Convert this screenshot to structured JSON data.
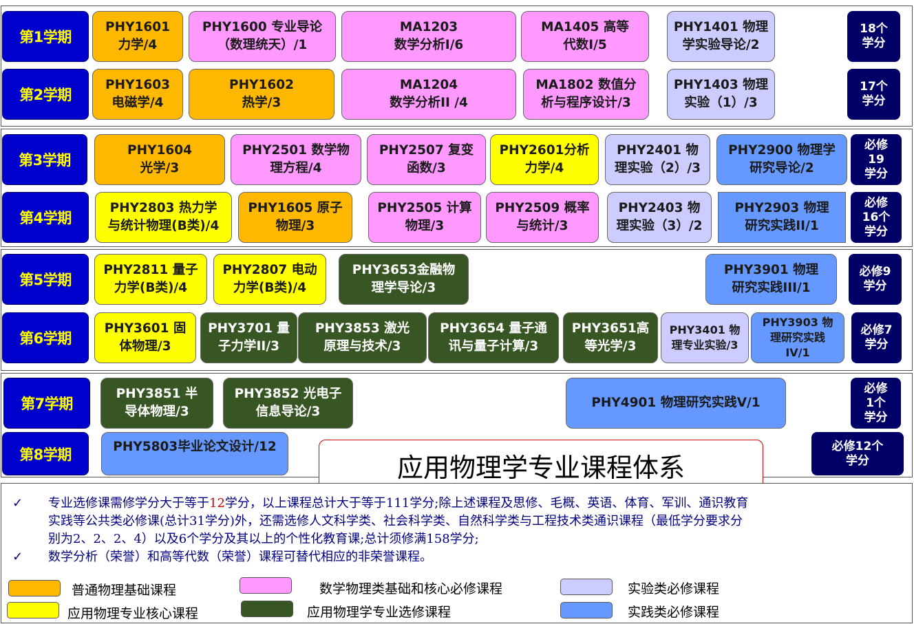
{
  "title": "应用物理学专业课程体系",
  "colors": {
    "basic": "#ffb800",
    "core": "#ff99ff",
    "major": "#ffff00",
    "elective": "#375623",
    "lab": "#ccccff",
    "practice": "#6699ff",
    "semester_bg": "#0000cc",
    "semester_text": "#ffff00",
    "credit_bg": "#000066"
  },
  "semesters": [
    {
      "label": "第1学期",
      "credit_lines": [
        "18个",
        "学分"
      ],
      "courses": [
        {
          "code": "PHY1601",
          "name": "力学/4",
          "category": "basic"
        },
        {
          "code": "PHY1600 专业导论",
          "name": "（数理统天）/1",
          "category": "core"
        },
        {
          "code": "MA1203",
          "name": "数学分析I/6",
          "category": "core"
        },
        {
          "code": "MA1405 高等",
          "name": "代数I/5",
          "category": "core"
        },
        {
          "code": "PHY1401 物理",
          "name": "学实验导论/2",
          "category": "lab"
        }
      ]
    },
    {
      "label": "第2学期",
      "credit_lines": [
        "17个",
        "学分"
      ],
      "courses": [
        {
          "code": "PHY1603",
          "name": "电磁学/4",
          "category": "basic"
        },
        {
          "code": "PHY1602",
          "name": "热学/3",
          "category": "basic"
        },
        {
          "code": "MA1204",
          "name": "数学分析II /4",
          "category": "core"
        },
        {
          "code": "MA1802 数值分",
          "name": "析与程序设计/3",
          "category": "core"
        },
        {
          "code": "PHY1403 物理",
          "name": "实验（1）/3",
          "category": "lab"
        }
      ]
    },
    {
      "label": "第3学期",
      "credit_lines": [
        "必修",
        "19",
        "学分"
      ],
      "courses": [
        {
          "code": "PHY1604",
          "name": "光学/3",
          "category": "basic"
        },
        {
          "code": "PHY2501 数学物",
          "name": "理方程/4",
          "category": "core"
        },
        {
          "code": "PHY2507 复变",
          "name": "函数/3",
          "category": "core"
        },
        {
          "code": "PHY2601分析",
          "name": "力学/4",
          "category": "major"
        },
        {
          "code": "PHY2401 物",
          "name": "理实验（2）/3",
          "category": "lab"
        },
        {
          "code": "PHY2900 物理学",
          "name": "研究导论/2",
          "category": "practice"
        }
      ]
    },
    {
      "label": "第4学期",
      "credit_lines": [
        "必修",
        "16个",
        "学分"
      ],
      "courses": [
        {
          "code": "PHY2803 热力学",
          "name": "与统计物理(B类)/4",
          "category": "major"
        },
        {
          "code": "PHY1605  原子",
          "name": "物理/3",
          "category": "basic"
        },
        {
          "code": "PHY2505 计算",
          "name": "物理/3",
          "category": "core"
        },
        {
          "code": "PHY2509 概率",
          "name": "与统计/3",
          "category": "core"
        },
        {
          "code": "PHY2403 物",
          "name": "理实验（3）/2",
          "category": "lab"
        },
        {
          "code": "PHY2903 物理",
          "name": "研究实践II/1",
          "category": "practice"
        }
      ]
    },
    {
      "label": "第5学期",
      "credit_lines": [
        "必修9",
        "学分"
      ],
      "courses": [
        {
          "code": "PHY2811 量子",
          "name": "力学(B类)/4",
          "category": "major"
        },
        {
          "code": "PHY2807 电动",
          "name": "力学(B类)/4",
          "category": "major"
        },
        {
          "code": "PHY3653金融物",
          "name": "理学导论/3",
          "category": "elective"
        },
        {
          "code": "PHY3901 物理",
          "name": "研究实践III/1",
          "category": "practice"
        }
      ]
    },
    {
      "label": "第6学期",
      "credit_lines": [
        "必修7",
        "学分"
      ],
      "courses": [
        {
          "code": "PHY3601 固",
          "name": "体物理/3",
          "category": "major"
        },
        {
          "code": "PHY3701 量",
          "name": "子力学II/3",
          "category": "elective"
        },
        {
          "code": "PHY3853 激光",
          "name": "原理与技术/3",
          "category": "elective"
        },
        {
          "code": "PHY3654 量子通",
          "name": "讯与量子计算/3",
          "category": "elective"
        },
        {
          "code": "PHY3651高",
          "name": "等光学/3",
          "category": "elective"
        },
        {
          "code": "PHY3401 物",
          "name": "理专业实验/3",
          "category": "lab"
        },
        {
          "code": "PHY3903 物",
          "name": "理研究实践",
          "extra": "IV/1",
          "category": "practice"
        }
      ]
    },
    {
      "label": "第7学期",
      "credit_lines": [
        "必修",
        "1个",
        "学分"
      ],
      "courses": [
        {
          "code": "PHY3851 半",
          "name": "导体物理/3",
          "category": "elective"
        },
        {
          "code": "PHY3852 光电子",
          "name": "信息导论/3",
          "category": "elective"
        },
        {
          "code": "PHY4901 物理研究实践V/1",
          "name": "",
          "category": "practice"
        }
      ]
    },
    {
      "label": "第8学期",
      "credit_lines": [
        "必修12个",
        "学分"
      ],
      "courses": [
        {
          "code": "PHY5803毕业论文设计/12",
          "name": "",
          "category": "practice"
        }
      ]
    }
  ],
  "notes": [
    {
      "check": "✓",
      "before": "专业选修课需修学分大于等于",
      "highlight": "12",
      "after": "学分，以上课程总计大于等于111学分;除上述课程及思修、毛概、英语、体育、军训、通识教育",
      "line2": "实践等公共类必修课(总计31学分)外，还需选修人文科学类、社会科学类、自然科学类与工程技术类通识课程（最低学分要求分",
      "line3": "别为2、2、2、4）以及6个学分及其以上的个性化教育课;总计须修满158学分;"
    },
    {
      "check": "✓",
      "before": "数学分析（荣誉）和高等代数（荣誉）课程可替代相应的非荣誉课程。"
    }
  ],
  "legend": [
    {
      "label": "普通物理基础课程",
      "category": "basic"
    },
    {
      "label": "数学物理类基础和核心必修课程",
      "category": "core"
    },
    {
      "label": "实验类必修课程",
      "category": "lab"
    },
    {
      "label": "应用物理专业核心课程",
      "category": "major"
    },
    {
      "label": "应用物理学专业选修课程",
      "category": "elective"
    },
    {
      "label": "实践类必修课程",
      "category": "practice"
    }
  ]
}
